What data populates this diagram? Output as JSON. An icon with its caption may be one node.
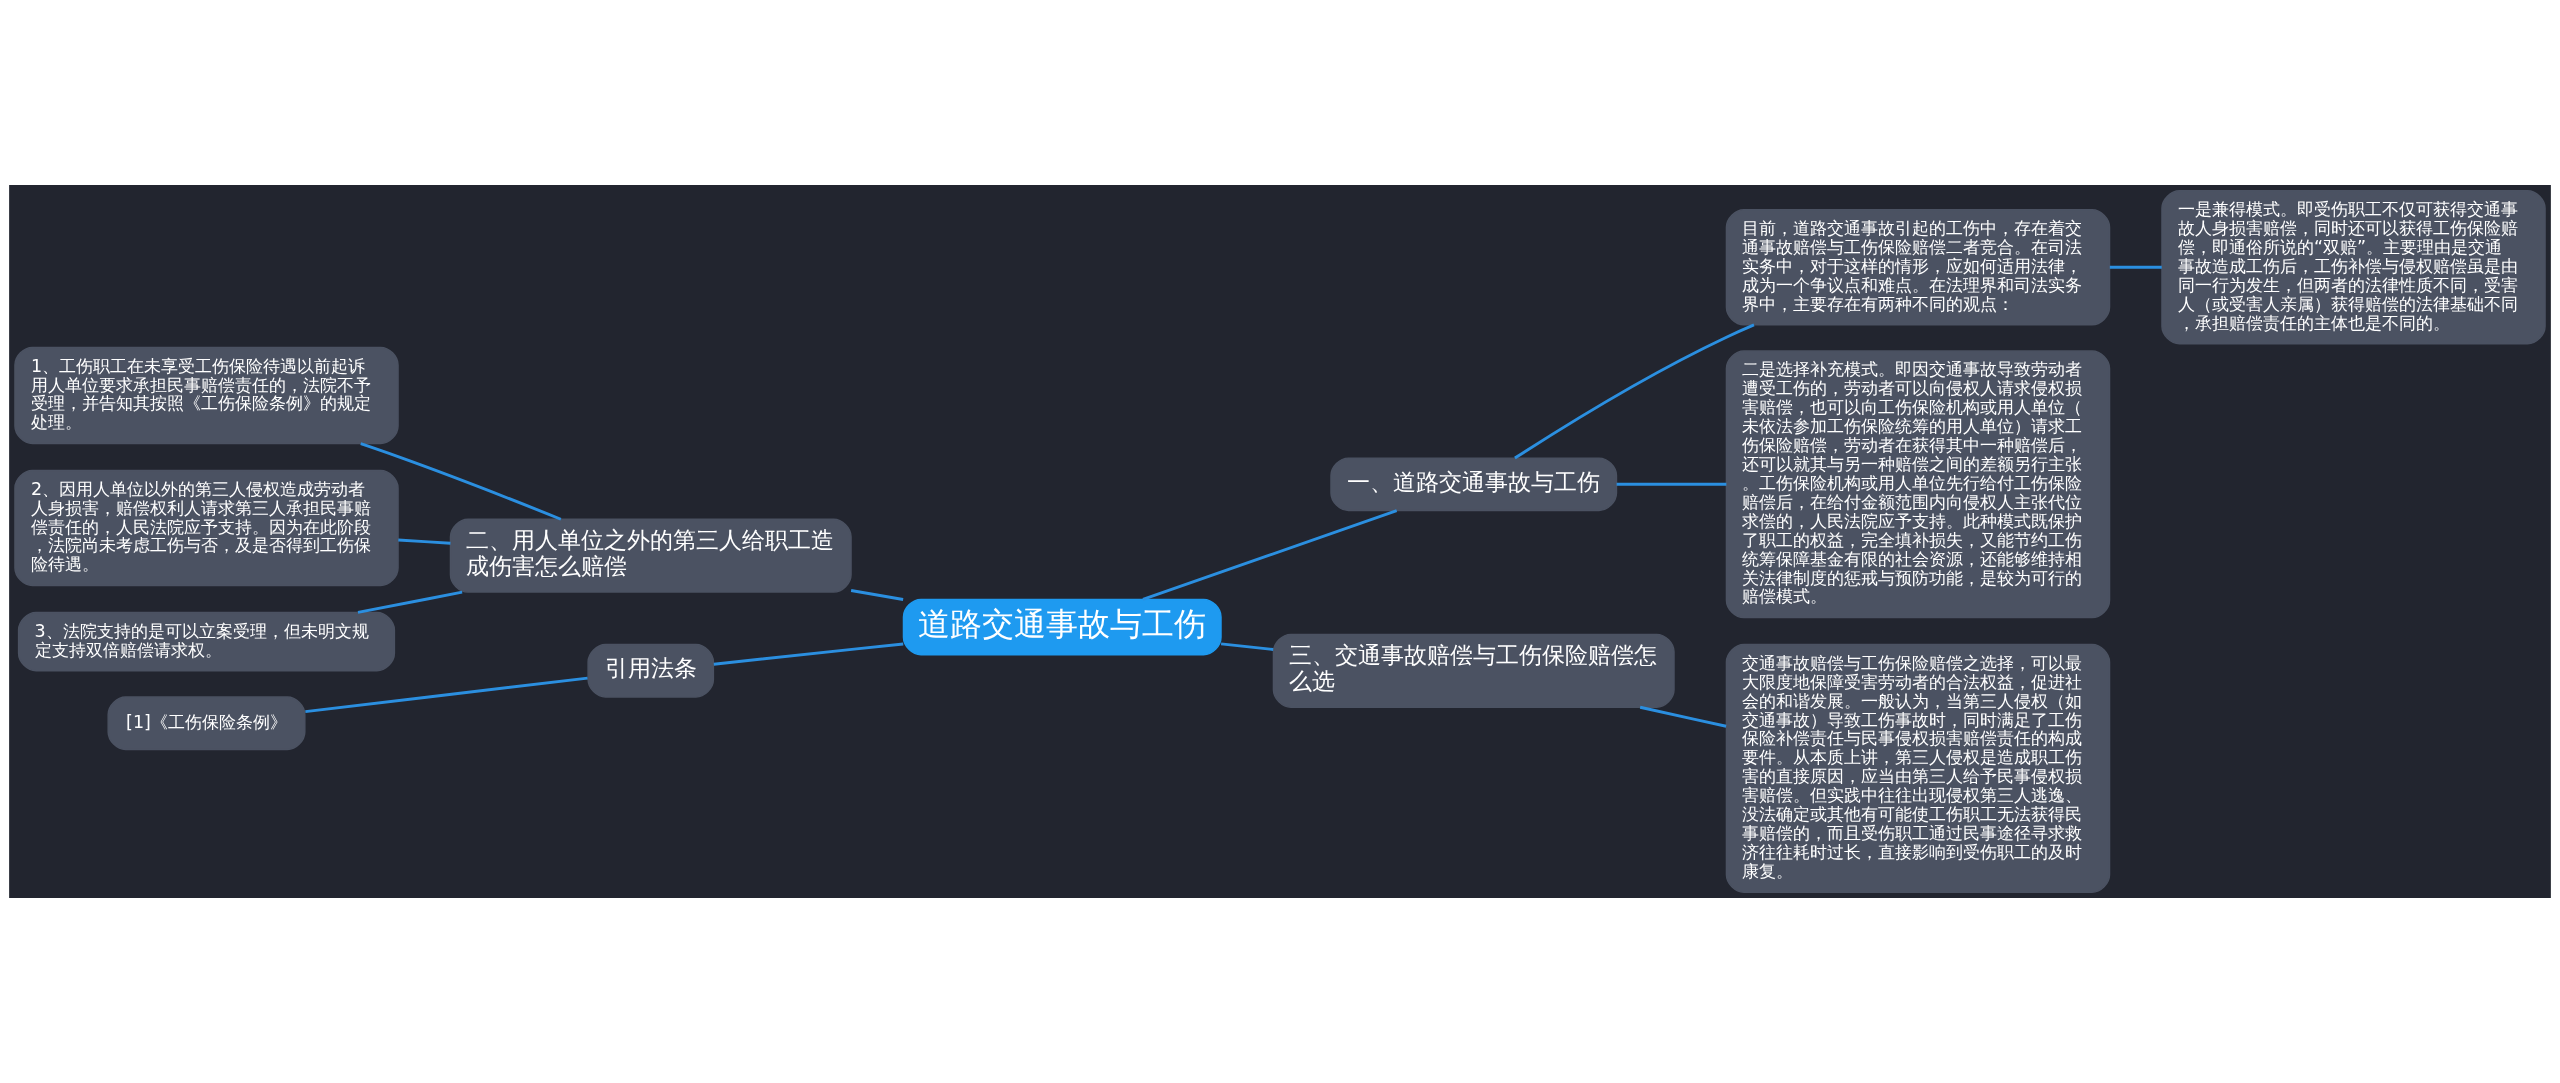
{
  "diagram": {
    "nodes": [
      {
        "text": [
          "道路交通事故与工伤"
        ]
      },
      {
        "text": [
          "一、道路交通事故与工伤"
        ]
      },
      {
        "text": [
          "目前，道路交通事故引起的工伤中，存在着交通事故赔偿与工伤保险赔偿二者竞合。在司法实务中，对于这样的情形，应如何适用法律，成为一个争议点和难点。在法理界和司法实务界中，主要存在有两种不同的观点："
        ]
      },
      {
        "text": [
          "一是兼得模式。即受伤职工不仅可获得交通事故人身损害赔偿，同时还可以获得工伤保险赔偿，即通俗所说的“双赔”。主要理由是交通事故造成工伤后，工伤补偿与侵权赔偿虽是由同一行为发生，但两者的法律性质不同，受害人（或受害人亲属）获得赔偿的法律基础不同，承担赔偿责任的主体也是不同的。"
        ]
      },
      {
        "text": [
          "二是选择补充模式。即因交通事故导致劳动者遭受工伤的，劳动者可以向侵权人请求侵权损害赔偿，也可以向工伤保险机构或用人单位（未依法参加工伤保险统筹的用人单位）请求工伤保险赔偿，劳动者在获得其中一种赔偿后，还可以就其与另一种赔偿之间的差额另行主张。工伤保险机构或用人单位先行给付工伤保险赔偿后，在给付金额范围内向侵权人主张代位求偿的，人民法院应予支持。此种模式既保护了职工的权益，完全填补损失，又能节约工伤统筹保障基金有限的社会资源，还能够维持相关法律制度的惩戒与预防功能，是较为可行的赔偿模式。"
        ]
      },
      {
        "text": [
          "三、交通事故赔偿与工伤保险赔偿怎么选"
        ]
      },
      {
        "text": [
          "交通事故赔偿与工伤保险赔偿之选择，可以最大限度地保障受害劳动者的合法权益，促进社会的和谐发展。一般认为，当第三人侵权（如交通事故）导致工伤事故时，同时满足了工伤保险补偿责任与民事侵权损害赔偿责任的构成要件。从本质上讲，第三人侵权是造成职工伤害的直接原因，应当由第三人给予民事侵权损害赔偿。但实践中往往出现侵权第三人逃逸、没法确定或其他有可能使工伤职工无法获得民事赔偿的，而且受伤职工通过民事途径寻求救济往往耗时过长，直接影响到受伤职工的及时康复。"
        ]
      },
      {
        "text": [
          "二、用人单位之外的第三人给职工造成伤害怎么赔偿"
        ]
      },
      {
        "text": [
          "1、工伤职工在未享受工伤保险待遇以前起诉用人单位要求承担民事赔偿责任的，法院不予受理，并告知其按照《工伤保险条例》的规定处理。"
        ]
      },
      {
        "text": [
          "2、因用人单位以外的第三人侵权造成劳动者人身损害，赔偿权利人请求第三人承担民事赔偿责任的，人民法院应予支持。因为在此阶段，法院尚未考虑工伤与否，及是否得到工伤保险待遇。"
        ]
      },
      {
        "text": [
          "3、法院支持的是可以立案受理，但未明文规定支持双倍赔偿请求权。"
        ]
      },
      {
        "text": [
          "引用法条"
        ]
      },
      {
        "text": [
          "[1]《工伤保险条例》"
        ]
      }
    ],
    "edges": [
      {
        "from": 0,
        "to": 1,
        "arrow": "none"
      },
      {
        "from": 1,
        "to": 2,
        "arrow": "none"
      },
      {
        "from": 2,
        "to": 3,
        "arrow": "none"
      },
      {
        "from": 1,
        "to": 4,
        "arrow": "none"
      },
      {
        "from": 0,
        "to": 5,
        "arrow": "none"
      },
      {
        "from": 5,
        "to": 6,
        "arrow": "none"
      },
      {
        "from": 0,
        "to": 7,
        "arrow": "none"
      },
      {
        "from": 7,
        "to": 8,
        "arrow": "none"
      },
      {
        "from": 7,
        "to": 9,
        "arrow": "none"
      },
      {
        "from": 7,
        "to": 10,
        "arrow": "none"
      },
      {
        "from": 0,
        "to": 11,
        "arrow": "none"
      },
      {
        "from": 11,
        "to": 12,
        "arrow": "none"
      }
    ]
  }
}
